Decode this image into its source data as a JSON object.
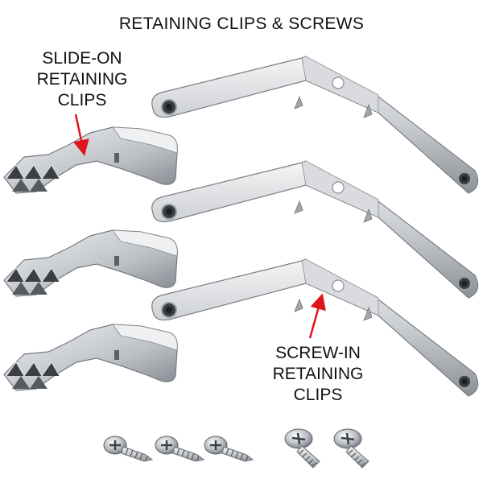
{
  "title": "RETAINING CLIPS & SCREWS",
  "slide_on_label": [
    "SLIDE-ON",
    "RETAINING",
    "CLIPS"
  ],
  "screw_in_label": [
    "SCREW-IN",
    "RETAINING",
    "CLIPS"
  ],
  "colors": {
    "metal_light": "#e6e7e9",
    "metal_mid": "#b9bcc1",
    "metal_dark": "#7d8188",
    "arrow": "#e0141b"
  }
}
